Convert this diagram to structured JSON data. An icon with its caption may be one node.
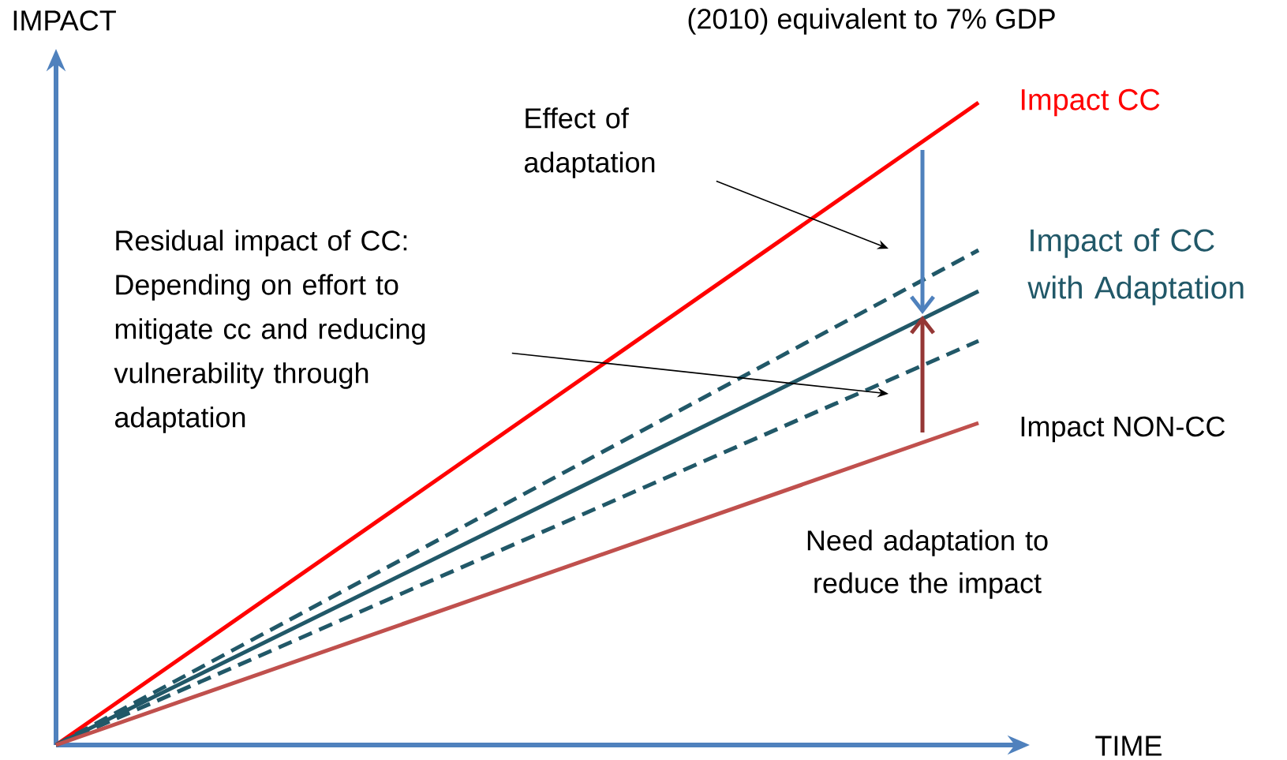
{
  "diagram": {
    "nodes": [
      {
        "text": [
          "Effect of adaptation"
        ]
      },
      {
        "text": [
          "Residual impact of CC: Depending on effort to mitigate cc and reducing vulnerability through adaptation"
        ]
      }
    ],
    "edges": [
      {
        "from": 0,
        "to": null,
        "arrow": "to"
      },
      {
        "from": 1,
        "to": null,
        "arrow": "to"
      }
    ],
    "labels": [
      "IMPACT",
      "(2010) equivalent to 7% GDP",
      "Impact CC",
      "Impact of CC with Adaptation",
      "Impact NON-CC",
      "Need adaptation to reduce the impact",
      "TIME"
    ]
  }
}
